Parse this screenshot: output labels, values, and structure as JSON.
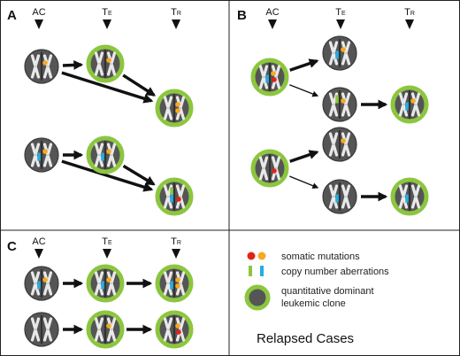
{
  "panels": [
    {
      "label": "A",
      "columns": [
        {
          "main": "AC",
          "sub": ""
        },
        {
          "main": "T",
          "sub": "E"
        },
        {
          "main": "T",
          "sub": "R"
        }
      ]
    },
    {
      "label": "B",
      "columns": [
        {
          "main": "AC",
          "sub": ""
        },
        {
          "main": "T",
          "sub": "E"
        },
        {
          "main": "T",
          "sub": "R"
        }
      ]
    },
    {
      "label": "C",
      "columns": [
        {
          "main": "AC",
          "sub": ""
        },
        {
          "main": "T",
          "sub": "E"
        },
        {
          "main": "T",
          "sub": "R"
        }
      ]
    }
  ],
  "legend": {
    "somatic": "somatic mutations",
    "cna": "copy number aberrations",
    "clone_line1": "quantitative dominant",
    "clone_line2": "leukemic clone",
    "title": "Relapsed Cases"
  },
  "colors": {
    "clone_ring": "#8cc63f",
    "cell_body": "#555555",
    "mutation_red": "#e2231a",
    "mutation_orange": "#f7a823",
    "cna_green": "#8cc63f",
    "cna_blue": "#29abe2",
    "line": "#111111"
  },
  "cells": [
    {
      "id": "A-1",
      "panel": "A",
      "green": false,
      "marks": [
        "orange"
      ]
    },
    {
      "id": "A-2",
      "panel": "A",
      "green": true,
      "marks": [
        "orange"
      ]
    },
    {
      "id": "A-3",
      "panel": "A",
      "green": true,
      "marks": [
        "orange",
        "orange"
      ]
    },
    {
      "id": "A-4",
      "panel": "A",
      "green": false,
      "marks": [
        "blue",
        "orange"
      ]
    },
    {
      "id": "A-5",
      "panel": "A",
      "green": true,
      "marks": [
        "blue",
        "orange"
      ]
    },
    {
      "id": "A-6",
      "panel": "A",
      "green": true,
      "marks": [
        "greenbar",
        "blue",
        "red"
      ]
    },
    {
      "id": "B-1",
      "panel": "B",
      "green": true,
      "marks": [
        "blue",
        "red",
        "orange"
      ]
    },
    {
      "id": "B-2",
      "panel": "B",
      "green": false,
      "marks": [
        "blue",
        "orange"
      ]
    },
    {
      "id": "B-3",
      "panel": "B",
      "green": false,
      "marks": [
        "greenbar",
        "orange"
      ]
    },
    {
      "id": "B-4",
      "panel": "B",
      "green": true,
      "marks": [
        "blue",
        "orange"
      ]
    },
    {
      "id": "B-5",
      "panel": "B",
      "green": true,
      "marks": [
        "red"
      ]
    },
    {
      "id": "B-6",
      "panel": "B",
      "green": false,
      "marks": [
        "orange"
      ]
    },
    {
      "id": "B-7",
      "panel": "B",
      "green": false,
      "marks": [
        "blue"
      ]
    },
    {
      "id": "B-8",
      "panel": "B",
      "green": true,
      "marks": [
        "blue"
      ]
    },
    {
      "id": "C-1",
      "panel": "C",
      "green": false,
      "marks": [
        "blue",
        "orange"
      ]
    },
    {
      "id": "C-2",
      "panel": "C",
      "green": true,
      "marks": [
        "blue",
        "orange"
      ]
    },
    {
      "id": "C-3",
      "panel": "C",
      "green": true,
      "marks": [
        "blue",
        "orange",
        "orange"
      ]
    },
    {
      "id": "C-4",
      "panel": "C",
      "green": false,
      "marks": []
    },
    {
      "id": "C-5",
      "panel": "C",
      "green": true,
      "marks": [
        "orange"
      ]
    },
    {
      "id": "C-6",
      "panel": "C",
      "green": true,
      "marks": [
        "orange",
        "red"
      ]
    }
  ],
  "arrows": [
    {
      "from": "A-1",
      "to": "A-2",
      "weight": "thick"
    },
    {
      "from": "A-1",
      "to": "A-3",
      "weight": "thick"
    },
    {
      "from": "A-2",
      "to": "A-3",
      "weight": "thick"
    },
    {
      "from": "A-4",
      "to": "A-5",
      "weight": "thick"
    },
    {
      "from": "A-4",
      "to": "A-6",
      "weight": "thick"
    },
    {
      "from": "A-5",
      "to": "A-6",
      "weight": "thick"
    },
    {
      "from": "B-1",
      "to": "B-2",
      "weight": "thick"
    },
    {
      "from": "B-1",
      "to": "B-3",
      "weight": "thin"
    },
    {
      "from": "B-3",
      "to": "B-4",
      "weight": "thick"
    },
    {
      "from": "B-5",
      "to": "B-6",
      "weight": "thick"
    },
    {
      "from": "B-5",
      "to": "B-7",
      "weight": "thin"
    },
    {
      "from": "B-7",
      "to": "B-8",
      "weight": "thick"
    },
    {
      "from": "C-1",
      "to": "C-2",
      "weight": "thick"
    },
    {
      "from": "C-2",
      "to": "C-3",
      "weight": "thick"
    },
    {
      "from": "C-4",
      "to": "C-5",
      "weight": "thick"
    },
    {
      "from": "C-5",
      "to": "C-6",
      "weight": "thick"
    }
  ]
}
